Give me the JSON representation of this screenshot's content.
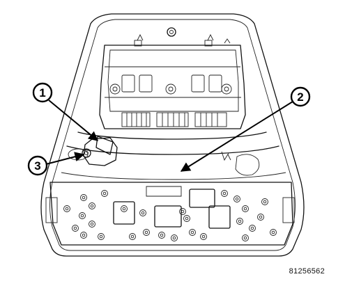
{
  "callouts": [
    {
      "number": "1",
      "label": "1"
    },
    {
      "number": "2",
      "label": "2"
    },
    {
      "number": "3",
      "label": "3"
    }
  ],
  "figure_id": "81256562"
}
